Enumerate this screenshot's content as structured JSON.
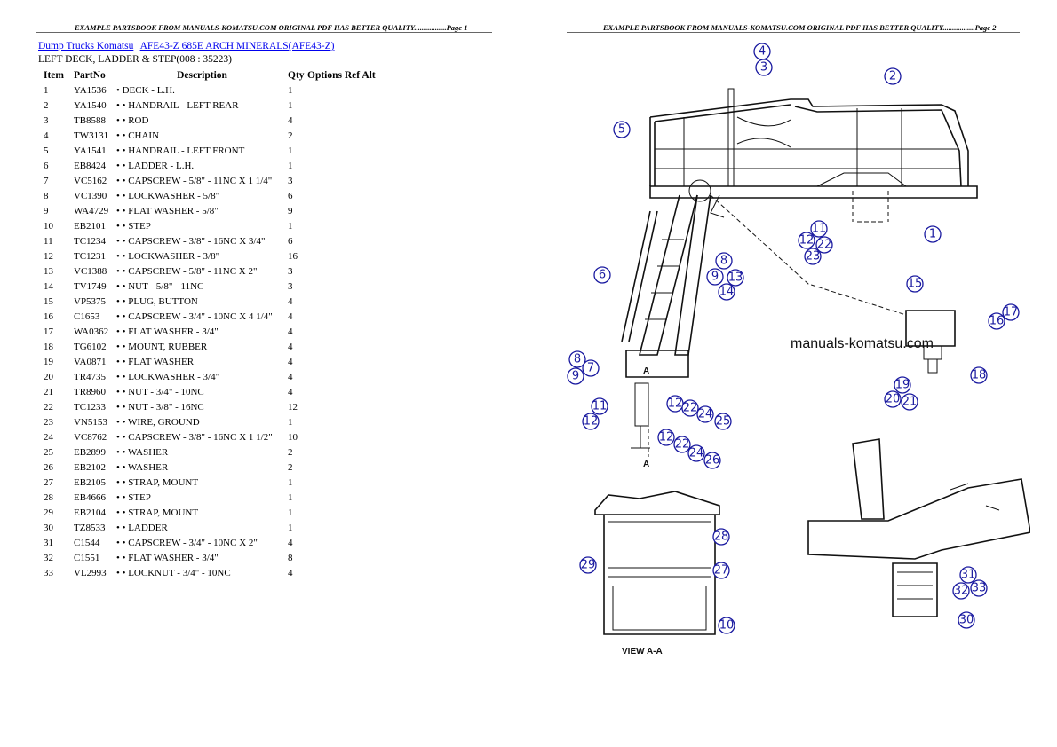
{
  "header_left": "EXAMPLE PARTSBOOK FROM MANUALS-KOMATSU.COM ORIGINAL PDF HAS BETTER QUALITY.................Page 1",
  "header_right": "EXAMPLE PARTSBOOK FROM MANUALS-KOMATSU.COM ORIGINAL PDF HAS BETTER QUALITY.................Page 2",
  "breadcrumb": {
    "link1": "Dump Trucks Komatsu",
    "link2": "AFE43-Z 685E ARCH MINERALS(AFE43-Z)"
  },
  "section_title": "LEFT DECK, LADDER & STEP(008 : 35223)",
  "columns": {
    "item": "Item",
    "partno": "PartNo",
    "description": "Description",
    "qty": "Qty",
    "rest": "Options Ref Alt"
  },
  "parts": [
    {
      "item": "1",
      "partno": "YA1536",
      "desc": "• DECK - L.H.",
      "qty": "1"
    },
    {
      "item": "2",
      "partno": "YA1540",
      "desc": "• • HANDRAIL - LEFT REAR",
      "qty": "1"
    },
    {
      "item": "3",
      "partno": "TB8588",
      "desc": "• • ROD",
      "qty": "4"
    },
    {
      "item": "4",
      "partno": "TW3131",
      "desc": "• • CHAIN",
      "qty": "2"
    },
    {
      "item": "5",
      "partno": "YA1541",
      "desc": "• • HANDRAIL - LEFT FRONT",
      "qty": "1"
    },
    {
      "item": "6",
      "partno": "EB8424",
      "desc": "• • LADDER - L.H.",
      "qty": "1"
    },
    {
      "item": "7",
      "partno": "VC5162",
      "desc": "• • CAPSCREW - 5/8\" - 11NC X 1 1/4\"",
      "qty": "3"
    },
    {
      "item": "8",
      "partno": "VC1390",
      "desc": "• • LOCKWASHER - 5/8\"",
      "qty": "6"
    },
    {
      "item": "9",
      "partno": "WA4729",
      "desc": "• • FLAT WASHER - 5/8\"",
      "qty": "9"
    },
    {
      "item": "10",
      "partno": "EB2101",
      "desc": "• • STEP",
      "qty": "1"
    },
    {
      "item": "11",
      "partno": "TC1234",
      "desc": "• • CAPSCREW - 3/8\" - 16NC X 3/4\"",
      "qty": "6"
    },
    {
      "item": "12",
      "partno": "TC1231",
      "desc": "• • LOCKWASHER - 3/8\"",
      "qty": "16"
    },
    {
      "item": "13",
      "partno": "VC1388",
      "desc": "• • CAPSCREW - 5/8\" - 11NC X 2\"",
      "qty": "3"
    },
    {
      "item": "14",
      "partno": "TV1749",
      "desc": "• • NUT - 5/8\" - 11NC",
      "qty": "3"
    },
    {
      "item": "15",
      "partno": "VP5375",
      "desc": "• • PLUG, BUTTON",
      "qty": "4"
    },
    {
      "item": "16",
      "partno": "C1653",
      "desc": "• • CAPSCREW - 3/4\" - 10NC X 4 1/4\"",
      "qty": "4"
    },
    {
      "item": "17",
      "partno": "WA0362",
      "desc": "• • FLAT WASHER - 3/4\"",
      "qty": "4"
    },
    {
      "item": "18",
      "partno": "TG6102",
      "desc": "• • MOUNT, RUBBER",
      "qty": "4"
    },
    {
      "item": "19",
      "partno": "VA0871",
      "desc": "• • FLAT WASHER",
      "qty": "4"
    },
    {
      "item": "20",
      "partno": "TR4735",
      "desc": "• • LOCKWASHER - 3/4\"",
      "qty": "4"
    },
    {
      "item": "21",
      "partno": "TR8960",
      "desc": "• • NUT - 3/4\" - 10NC",
      "qty": "4"
    },
    {
      "item": "22",
      "partno": "TC1233",
      "desc": "• • NUT - 3/8\" - 16NC",
      "qty": "12"
    },
    {
      "item": "23",
      "partno": "VN5153",
      "desc": "• • WIRE, GROUND",
      "qty": "1"
    },
    {
      "item": "24",
      "partno": "VC8762",
      "desc": "• • CAPSCREW - 3/8\" - 16NC X 1 1/2\"",
      "qty": "10"
    },
    {
      "item": "25",
      "partno": "EB2899",
      "desc": "• • WASHER",
      "qty": "2"
    },
    {
      "item": "26",
      "partno": "EB2102",
      "desc": "• • WASHER",
      "qty": "2"
    },
    {
      "item": "27",
      "partno": "EB2105",
      "desc": "• • STRAP, MOUNT",
      "qty": "1"
    },
    {
      "item": "28",
      "partno": "EB4666",
      "desc": "• • STEP",
      "qty": "1"
    },
    {
      "item": "29",
      "partno": "EB2104",
      "desc": "• • STRAP, MOUNT",
      "qty": "1"
    },
    {
      "item": "30",
      "partno": "TZ8533",
      "desc": "• • LADDER",
      "qty": "1"
    },
    {
      "item": "31",
      "partno": "C1544",
      "desc": "• • CAPSCREW - 3/4\" - 10NC X 2\"",
      "qty": "4"
    },
    {
      "item": "32",
      "partno": "C1551",
      "desc": "• • FLAT WASHER - 3/4\"",
      "qty": "8"
    },
    {
      "item": "33",
      "partno": "VL2993",
      "desc": "• • LOCKNUT - 3/4\" - 10NC",
      "qty": "4"
    }
  ],
  "diagram": {
    "watermark": "manuals-komatsu.com",
    "view_label": "VIEW  A-A",
    "section_marker": "A",
    "callout_color": "#1a1aa0"
  }
}
